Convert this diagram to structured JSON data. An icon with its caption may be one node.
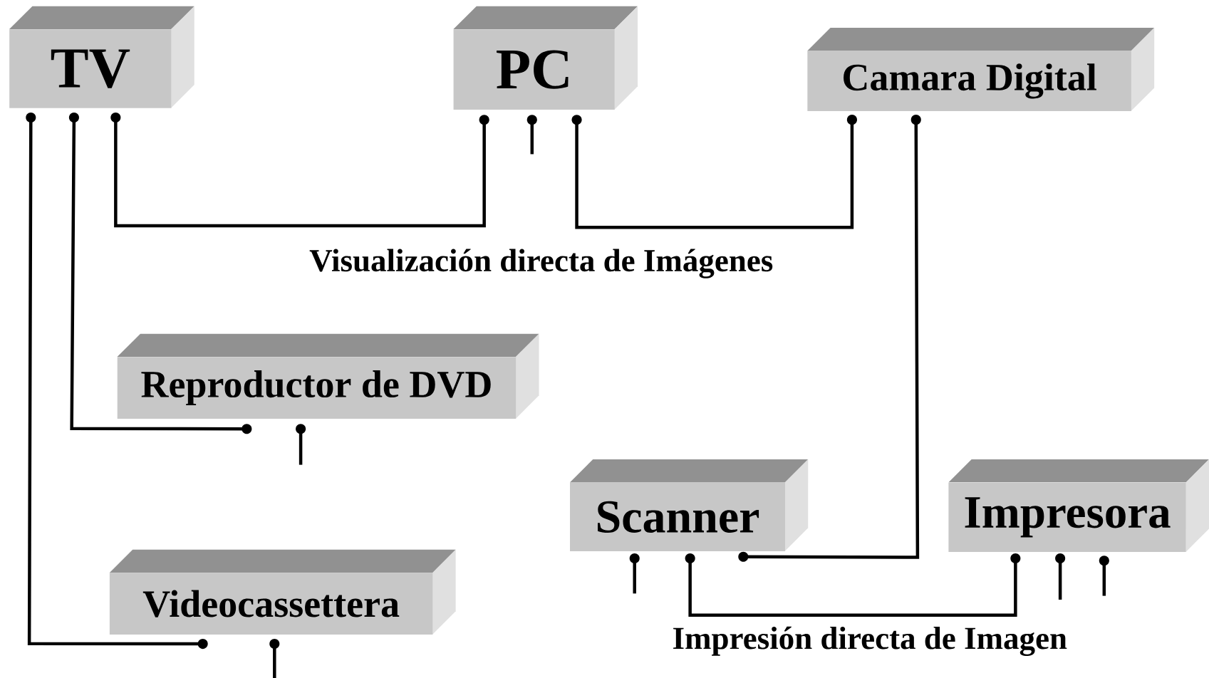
{
  "diagram": {
    "nodes": [
      {
        "text": [
          "TV"
        ]
      },
      {
        "text": [
          "PC"
        ]
      },
      {
        "text": [
          "Camara Digital"
        ]
      },
      {
        "text": [
          "Reproductor de DVD"
        ]
      },
      {
        "text": [
          "Videocassettera"
        ]
      },
      {
        "text": [
          "Scanner"
        ]
      },
      {
        "text": [
          "Impresora"
        ]
      }
    ],
    "edges": [
      {
        "from": 0,
        "to": 1,
        "arrow": "other"
      },
      {
        "from": 1,
        "to": 2,
        "arrow": "other"
      },
      {
        "from": 0,
        "to": 3,
        "arrow": "other"
      },
      {
        "from": 0,
        "to": 4,
        "arrow": "other"
      },
      {
        "from": 2,
        "to": 5,
        "arrow": "other"
      },
      {
        "from": 5,
        "to": 6,
        "arrow": "other"
      },
      {
        "from": 1,
        "to": null,
        "arrow": "other"
      },
      {
        "from": 3,
        "to": null,
        "arrow": "other"
      },
      {
        "from": 4,
        "to": null,
        "arrow": "other"
      },
      {
        "from": 5,
        "to": null,
        "arrow": "other"
      },
      {
        "from": 6,
        "to": null,
        "arrow": "other"
      },
      {
        "from": 6,
        "to": null,
        "arrow": "other"
      }
    ],
    "labels": [
      "Visualización directa de Imágenes",
      "Impresión directa de Imagen"
    ]
  }
}
